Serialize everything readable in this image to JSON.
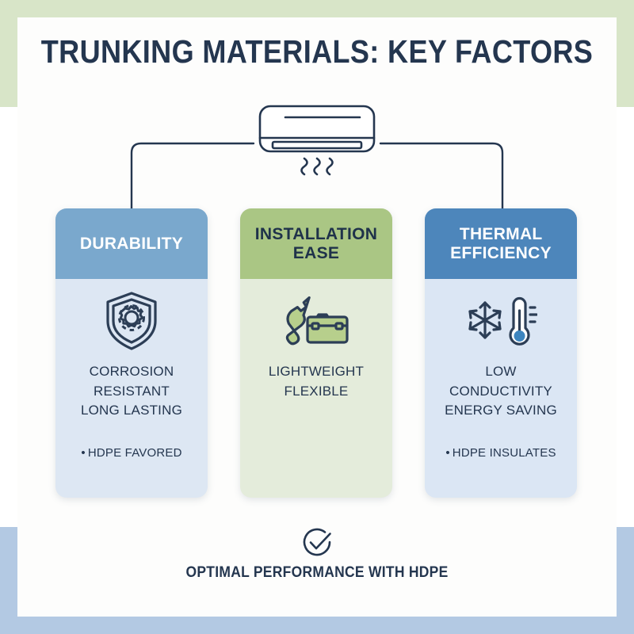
{
  "title": "TRUNKING MATERIALS: KEY FACTORS",
  "hero_icon": "air-conditioner-icon",
  "colors": {
    "frame_green": "#d8e5c8",
    "frame_blue": "#b3c9e3",
    "navy": "#24364f",
    "header_blue_light": "#7aa8cd",
    "header_green": "#aac684",
    "header_blue_dark": "#4d86bb",
    "body_blue": "#dde7f3",
    "body_green": "#e4ecdb",
    "thermo_bulb_blue": "#3d85bf"
  },
  "cards": [
    {
      "id": "durability",
      "header": "DURABILITY",
      "icon": "shield-gear-icon",
      "lines": [
        "CORROSION RESISTANT",
        "LONG LASTING"
      ],
      "bullet": "HDPE FAVORED",
      "bullet_marker": "•"
    },
    {
      "id": "installation",
      "header_line1": "INSTALLATION",
      "header_line2": "EASE",
      "icon": "wrench-toolbox-icon",
      "lines": [
        "LIGHTWEIGHT",
        "FLEXIBLE"
      ],
      "bullet": "",
      "bullet_marker": ""
    },
    {
      "id": "thermal",
      "header_line1": "THERMAL",
      "header_line2": "EFFICIENCY",
      "icon": "snowflake-thermometer-icon",
      "lines": [
        "LOW CONDUCTIVITY",
        "ENERGY SAVING"
      ],
      "bullet": "HDPE INSULATES",
      "bullet_marker": "•"
    }
  ],
  "footer": {
    "icon": "check-circle-icon",
    "text": "OPTIMAL PERFORMANCE WITH HDPE"
  }
}
